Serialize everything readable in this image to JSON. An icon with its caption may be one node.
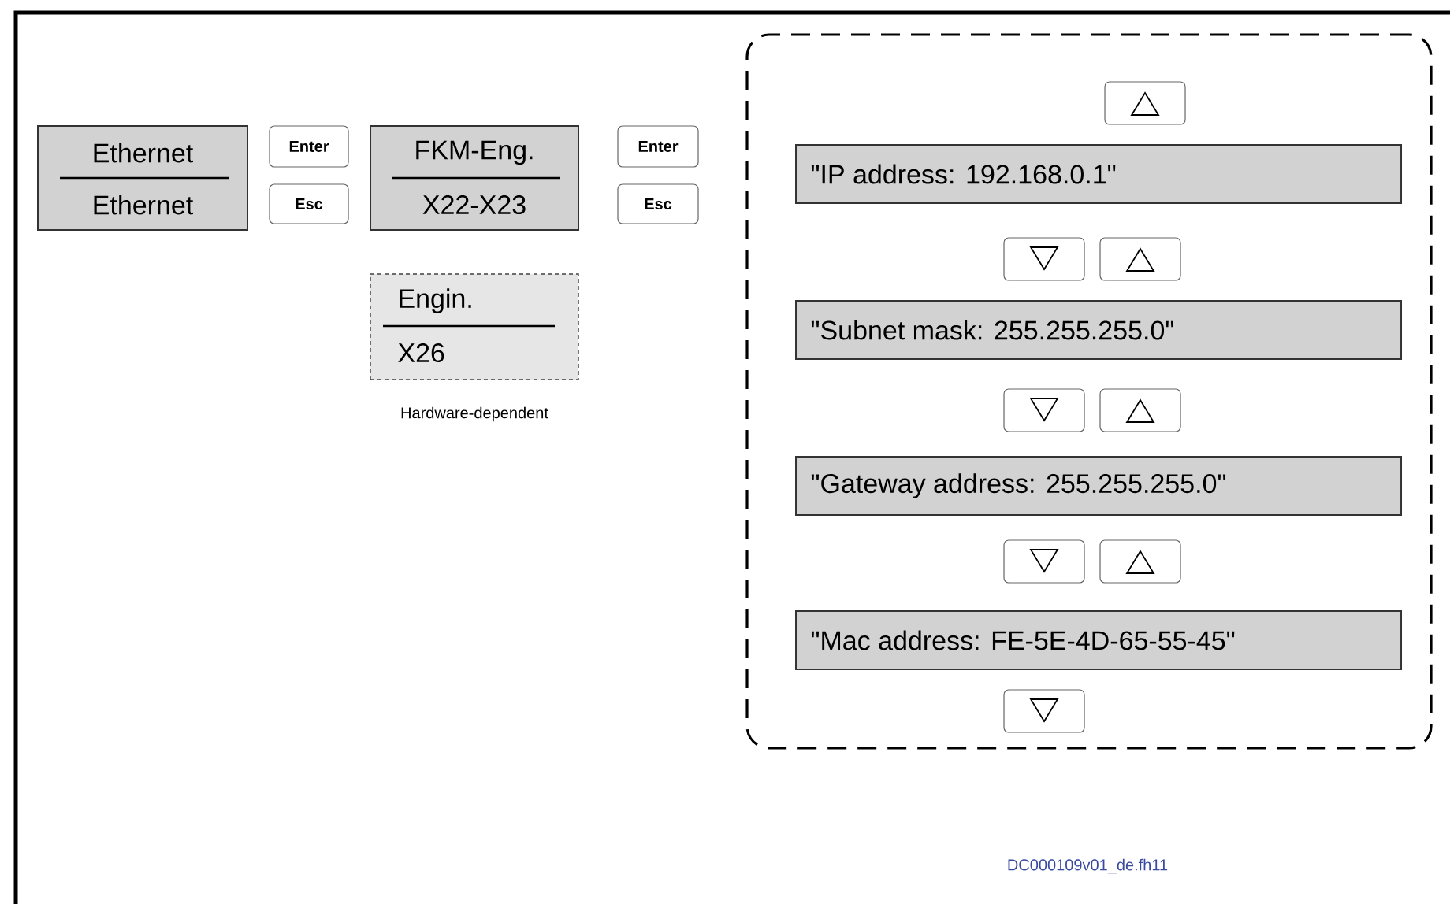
{
  "diagram": {
    "nodes": [
      {
        "text": [
          "Ethernet",
          "Ethernet"
        ]
      },
      {
        "text": [
          "Enter"
        ]
      },
      {
        "text": [
          "Esc"
        ]
      },
      {
        "text": [
          "FKM-Eng.",
          "X22-X23"
        ]
      },
      {
        "text": [
          "Enter"
        ]
      },
      {
        "text": [
          "Esc"
        ]
      },
      {
        "text": [
          "Engin.",
          "X26"
        ],
        "beside": [
          "Hardware-dependent"
        ]
      },
      {
        "text": [],
        "shape": "box"
      },
      {
        "text": [
          "\"IP address: 192.168.0.1\""
        ],
        "in": 7
      },
      {
        "text": [
          "\"Subnet mask: 255.255.255.0\""
        ],
        "in": 7
      },
      {
        "text": [
          "\"Gateway address: 255.255.255.0\""
        ],
        "in": 7
      },
      {
        "text": [
          "\"Mac address: FE-5E-4D-65-55-45\""
        ],
        "in": 7
      }
    ],
    "labels": [
      "DC000109v01_de.fh11"
    ]
  }
}
